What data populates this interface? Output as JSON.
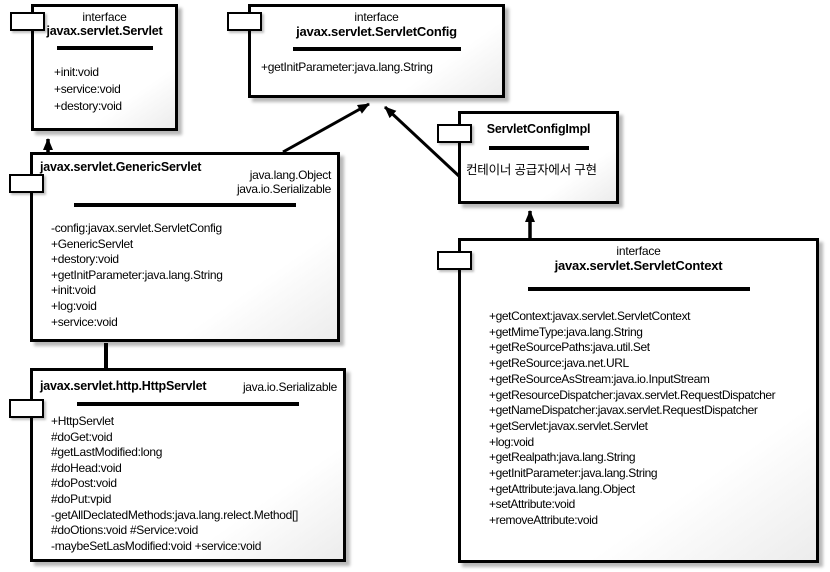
{
  "colors": {
    "line": "#000000",
    "box_fill": "#ffffff",
    "shadow": "#c8c8c8",
    "text": "#000000"
  },
  "classes": {
    "servlet": {
      "stereotype": "interface",
      "name": "javax.servlet.Servlet",
      "members": [
        "+init:void",
        "+service:void",
        "+destory:void"
      ]
    },
    "servlet_config": {
      "stereotype": "interface",
      "name": "javax.servlet.ServletConfig",
      "members": [
        "+getInitParameter:java.lang.String"
      ]
    },
    "generic_servlet": {
      "name": "javax.servlet.GenericServlet",
      "supertypes": [
        "java.lang.Object",
        "java.io.Serializable"
      ],
      "members": [
        "-config:javax.servlet.ServletConfig",
        "+GenericServlet",
        "+destory:void",
        "+getInitParameter:java.lang.String",
        "+init:void",
        "+log:void",
        "+service:void"
      ]
    },
    "http_servlet": {
      "name": "javax.servlet.http.HttpServlet",
      "supertypes": [
        "java.io.Serializable"
      ],
      "members": [
        "+HttpServlet",
        "#doGet:void",
        "#getLastModified:long",
        "#doHead:void",
        "#doPost:void",
        "#doPut:vpid",
        "-getAllDeclatedMethods:java.lang.relect.Method[]",
        "#doOtions:void #Service:void",
        "-maybeSetLasModified:void +service:void"
      ]
    },
    "servlet_config_impl": {
      "name": "ServletConfigImpl",
      "note": "컨테이너 공급자에서 구현"
    },
    "servlet_context": {
      "stereotype": "interface",
      "name": "javax.servlet.ServletContext",
      "members": [
        "+getContext:javax.servlet.ServletContext",
        "+getMimeType:java.lang.String",
        "+getReSourcePaths:java.util.Set",
        "+getReSource:java.net.URL",
        "+getReSourceAsStream:java.io.InputStream",
        "+getResourceDispatcher:javax.servlet.RequestDispatcher",
        "+getNameDispatcher:javax.servlet.RequestDispatcher",
        "+getServlet:javax.servlet.Servlet",
        "+log:void",
        "+getRealpath:java.lang.String",
        "+getInitParameter:java.lang.String",
        "+getAttribute:java.lang.Object",
        "+setAttribute:void",
        "+removeAttribute:void"
      ]
    }
  },
  "relations": [
    {
      "from": "javax.servlet.GenericServlet",
      "to": "javax.servlet.Servlet",
      "style": "arrow"
    },
    {
      "from": "javax.servlet.GenericServlet",
      "to": "javax.servlet.ServletConfig",
      "style": "arrow"
    },
    {
      "from": "ServletConfigImpl",
      "to": "javax.servlet.ServletConfig",
      "style": "arrow"
    },
    {
      "from": "javax.servlet.ServletContext",
      "to": "ServletConfigImpl",
      "style": "arrow"
    },
    {
      "from": "javax.servlet.http.HttpServlet",
      "to": "javax.servlet.GenericServlet",
      "style": "line"
    }
  ]
}
